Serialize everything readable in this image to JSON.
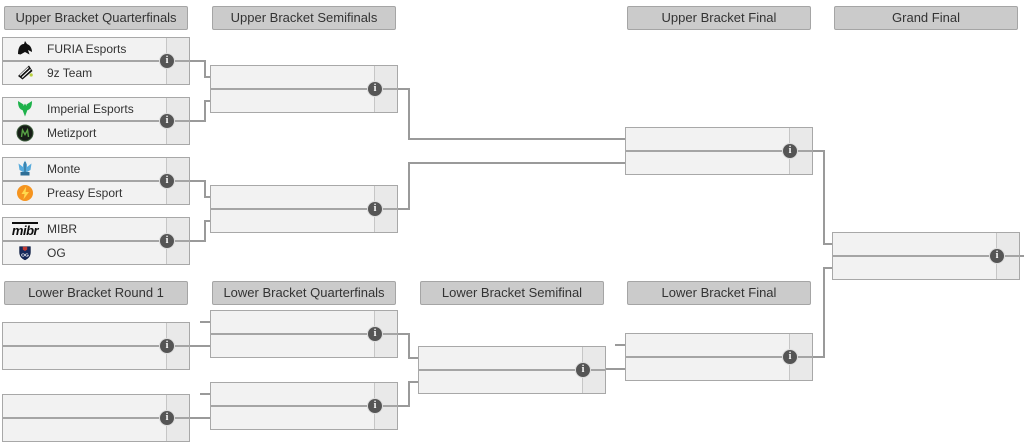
{
  "headers": {
    "upper_quarterfinals": "Upper Bracket Quarterfinals",
    "upper_semifinals": "Upper Bracket Semifinals",
    "upper_final": "Upper Bracket Final",
    "grand_final": "Grand Final",
    "lower_round1": "Lower Bracket Round 1",
    "lower_quarterfinals": "Lower Bracket Quarterfinals",
    "lower_semifinal": "Lower Bracket Semifinal",
    "lower_final": "Lower Bracket Final"
  },
  "matches": {
    "ubqf1": {
      "team1": "FURIA Esports",
      "team2": "9z Team"
    },
    "ubqf2": {
      "team1": "Imperial Esports",
      "team2": "Metizport"
    },
    "ubqf3": {
      "team1": "Monte",
      "team2": "Preasy Esport"
    },
    "ubqf4": {
      "team1": "MIBR",
      "team2": "OG"
    }
  },
  "icons": {
    "info_glyph": "i",
    "mibr_wordmark": "mibr"
  },
  "colors": {
    "match_bg": "#f2f2f2",
    "score_cell_bg": "#e9e9e9",
    "header_bg": "#cbcbcb",
    "box_border": "#a8a8a8",
    "connector_line": "#9a9a9a",
    "info_icon_bg": "#555555",
    "imperial_green": "#1eb24b",
    "metizport_green": "#58a345",
    "monte_blue": "#57abdc",
    "preasy_orange": "#f5941f",
    "preasy_bolt_yellow": "#ffd94d",
    "og_navy": "#16295c",
    "og_red": "#c13a32",
    "nine_z_accent": "#b8cf3e"
  }
}
